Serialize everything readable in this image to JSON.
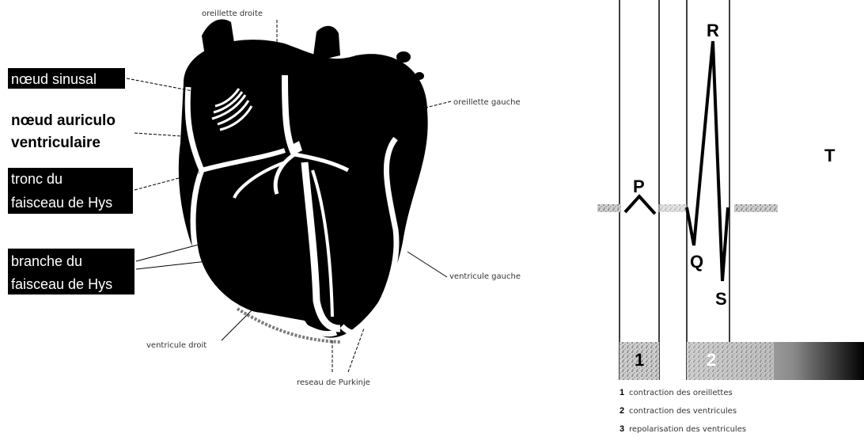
{
  "heart": {
    "labels_boxed": [
      "nœud sinusal",
      "tronc du",
      "faisceau de Hys",
      "branche du",
      "faisceau de Hys"
    ],
    "label_av_line1": "nœud auriculo",
    "label_av_line2": "ventriculaire",
    "oreillette_droite": "oreillette droite",
    "oreillette_gauche": "oreillette gauche",
    "ventricule_gauche": "ventricule gauche",
    "ventricule_droit": "ventricule droit",
    "reseau_purkinje": "reseau de Purkinje"
  },
  "ecg": {
    "waves": [
      "P",
      "Q",
      "R",
      "S",
      "T"
    ],
    "phase_numbers": [
      "1",
      "2"
    ],
    "legend": [
      {
        "num": "1",
        "text": "contraction des oreillettes"
      },
      {
        "num": "2",
        "text": "contraction des ventricules"
      },
      {
        "num": "3",
        "text": "repolarisation des ventricules"
      }
    ]
  }
}
